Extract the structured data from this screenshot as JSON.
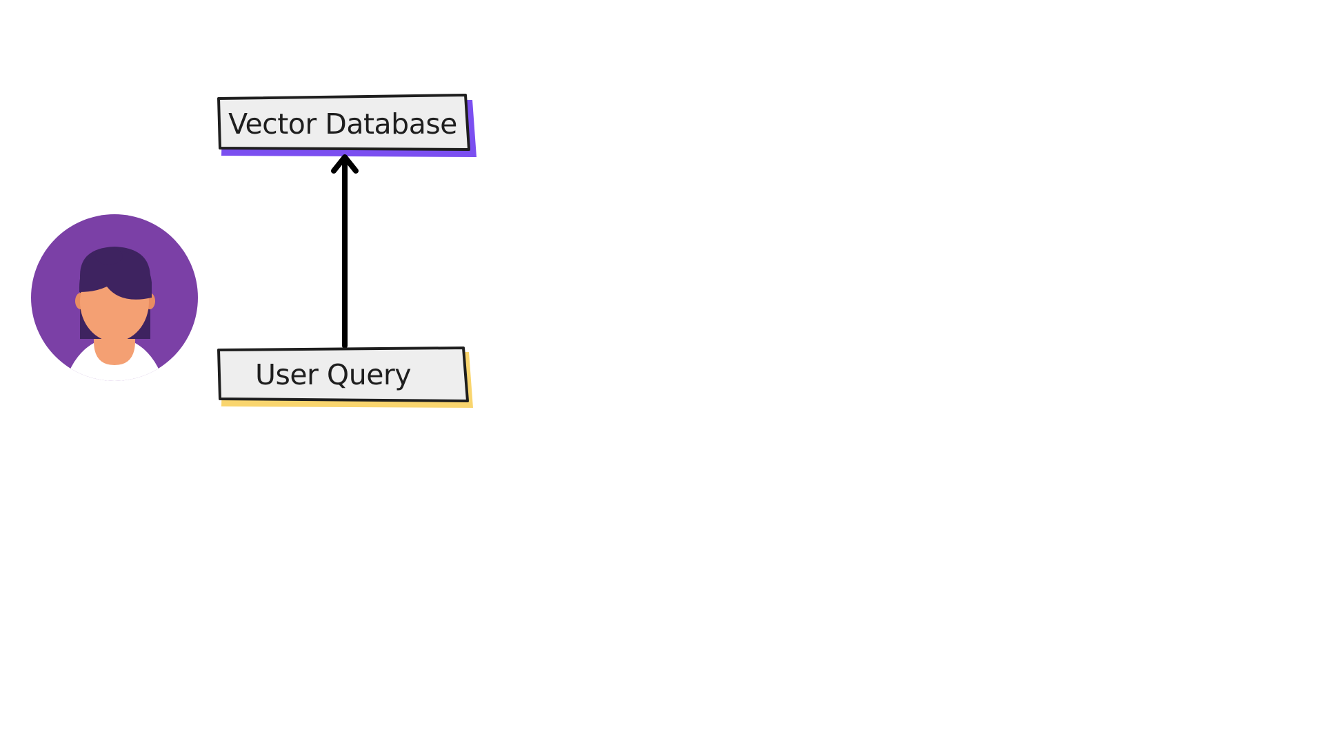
{
  "diagram": {
    "nodes": {
      "vector_db": {
        "label": "Vector Database",
        "accent_color": "#7b4ff0"
      },
      "user_query": {
        "label": "User Query",
        "accent_color": "#f9d56e"
      }
    },
    "edges": [
      {
        "from": "user_query",
        "to": "vector_db",
        "style": "arrow"
      }
    ],
    "user_avatar": {
      "icon": "user-avatar-icon",
      "circle_color": "#7b40a6",
      "hair_color": "#3e2360",
      "skin_color": "#f4a073"
    },
    "colors": {
      "box_fill": "#eeeeee",
      "box_stroke": "#1e1e1e",
      "arrow": "#000000"
    }
  }
}
